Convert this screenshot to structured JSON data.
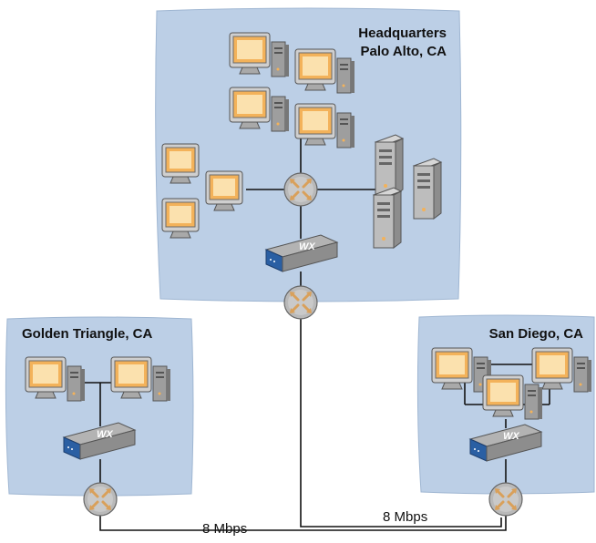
{
  "sites": {
    "headquarters": {
      "name": "Headquarters",
      "location": "Palo Alto, CA"
    },
    "golden_triangle": {
      "name": "Golden Triangle, CA"
    },
    "san_diego": {
      "name": "San Diego, CA"
    }
  },
  "links": {
    "left": {
      "bandwidth": "8 Mbps"
    },
    "right": {
      "bandwidth": "8 Mbps"
    }
  },
  "devices": {
    "wx_label": "WX"
  },
  "colors": {
    "site_fill": "#bccfe6",
    "site_stroke": "#9fb6d2",
    "line": "#111111",
    "router_body": "#b9b9b9",
    "router_arrow": "#d9a05a",
    "wx_front": "#2a5fa3",
    "monitor_screen": "#f3b25a"
  }
}
